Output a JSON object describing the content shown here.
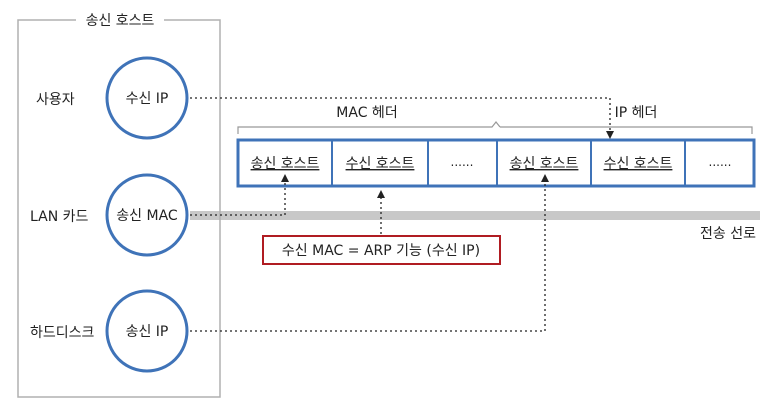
{
  "sender_host": {
    "title": "송신 호스트",
    "rows": [
      {
        "label": "사용자",
        "circle": "수신 IP"
      },
      {
        "label": "LAN 카드",
        "circle": "송신 MAC"
      },
      {
        "label": "하드디스크",
        "circle": "송신 IP"
      }
    ]
  },
  "packet": {
    "mac_header_label": "MAC 헤더",
    "ip_header_label": "IP 헤더",
    "cells": [
      "송신 호스트",
      "수신 호스트",
      "......",
      "송신 호스트",
      "수신 호스트",
      "......"
    ]
  },
  "transmission_line_label": "전송 선로",
  "arp_note": "수신 MAC = ARP 기능 (수신 IP)",
  "colors": {
    "circle_border": "#3f73b8",
    "cell_border": "#3f73b8",
    "note_border": "#b01c22",
    "line_gray": "#c8c8c8",
    "frame_gray": "#b0b0b0"
  }
}
